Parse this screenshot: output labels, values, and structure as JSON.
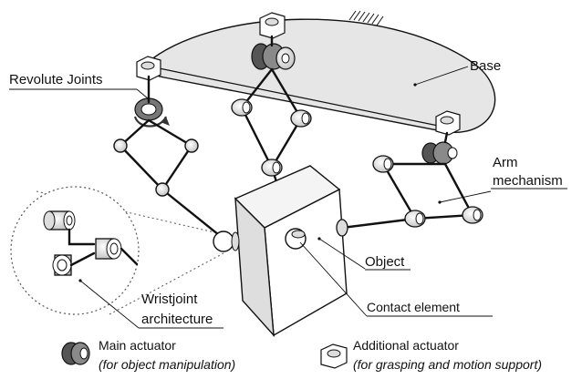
{
  "labels": {
    "base": "Base",
    "revolute_joints": "Revolute Joints",
    "arm_mechanism_line1": "Arm",
    "arm_mechanism_line2": "mechanism",
    "object": "Object",
    "contact_element": "Contact element",
    "wristjoint_line1": "Wristjoint",
    "wristjoint_line2": "architecture"
  },
  "legend": {
    "main_actuator_title": "Main actuator",
    "main_actuator_note": "(for object manipulation)",
    "additional_actuator_title": "Additional actuator",
    "additional_actuator_note": "(for grasping and motion support)"
  },
  "colors": {
    "base_fill": "#e6e6e6",
    "object_front": "#ffffff",
    "object_top": "#f4f4f4",
    "object_side": "#dedede",
    "joint_outer": "#d9d9d9",
    "actuator_dark": "#555555"
  },
  "icons": [
    "main-actuator-icon",
    "additional-actuator-icon",
    "revolute-joint-icon",
    "contact-element-icon"
  ]
}
